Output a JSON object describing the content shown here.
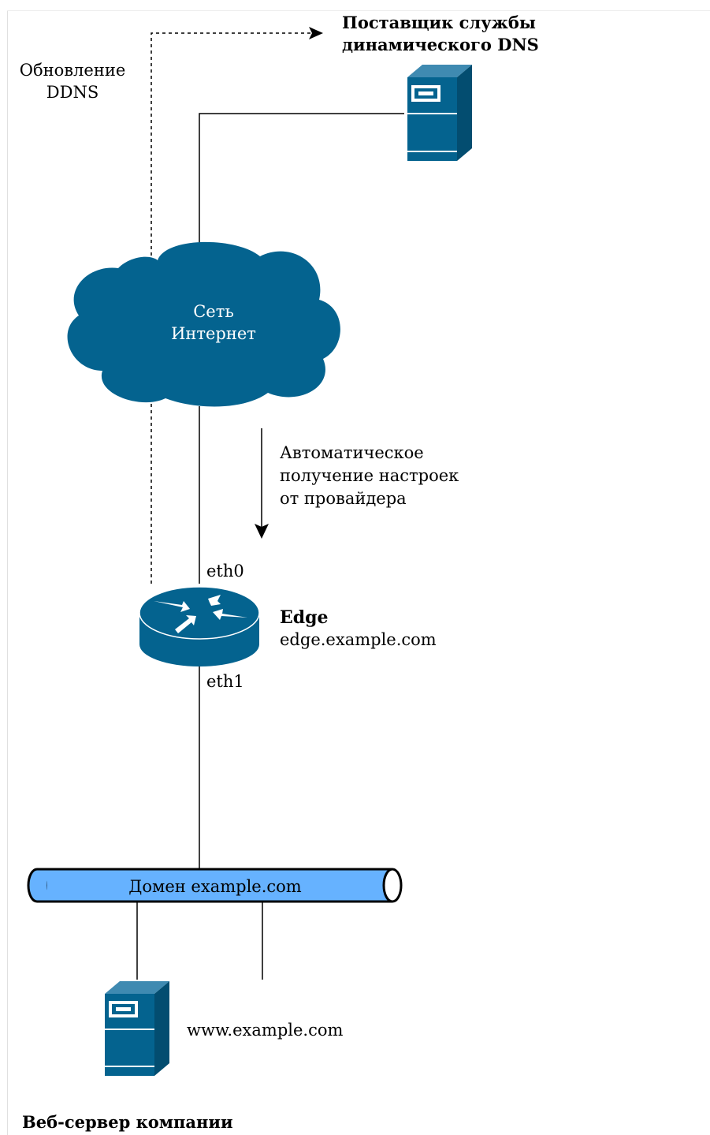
{
  "diagram": {
    "ddns_update_label": [
      "Обновление",
      "DDNS"
    ],
    "dns_provider_label": [
      "Поставщик службы",
      "динамического DNS"
    ],
    "internet_label": [
      "Сеть",
      "Интернет"
    ],
    "auto_config_label": [
      "Автоматическое",
      "получение настроек",
      "от провайдера"
    ],
    "eth0_label": "eth0",
    "eth1_label": "eth1",
    "router_name": "Edge",
    "router_host": "edge.example.com",
    "domain_bus_label": "Домен example.com",
    "webserver_host": "www.example.com",
    "webserver_caption": "Веб-сервер компании"
  },
  "colors": {
    "device_blue": "#04638f",
    "bus_fill": "#66b2ff",
    "line": "#000000",
    "frame_border": "#e0e0e0"
  },
  "icons": {
    "dns_server": "server-icon",
    "internet": "cloud-icon",
    "router": "router-icon",
    "web_server": "server-icon"
  }
}
